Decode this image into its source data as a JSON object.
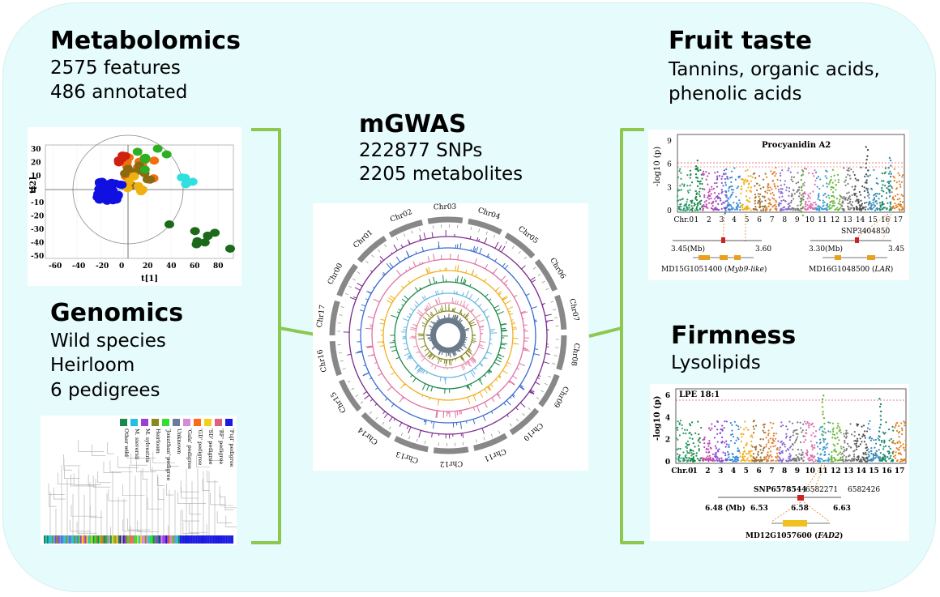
{
  "sections": {
    "metabolomics": {
      "title": "Metabolomics",
      "lines": [
        "2575 features",
        "486 annotated"
      ]
    },
    "genomics": {
      "title": "Genomics",
      "lines": [
        "Wild species",
        "Heirloom",
        "6 pedigrees"
      ]
    },
    "mgwas": {
      "title": "mGWAS",
      "lines": [
        "222877 SNPs",
        "2205 metabolites"
      ]
    },
    "fruit_taste": {
      "title": "Fruit taste",
      "lines": [
        "Tannins, organic acids,",
        "phenolic acids"
      ]
    },
    "firmness": {
      "title": "Firmness",
      "lines": [
        "Lysolipids"
      ]
    }
  },
  "colors": {
    "panel_bg": "#e6fbfc",
    "bracket": "#8cc850"
  },
  "pca": {
    "xlabel": "t[1]",
    "ylabel": "t[2]",
    "xticks": [
      "-60",
      "-40",
      "-20",
      "0",
      "20",
      "40",
      "60",
      "80"
    ],
    "yticks": [
      "30",
      "20",
      "10",
      "0",
      "-10",
      "-20",
      "-30",
      "-40",
      "-50"
    ]
  },
  "tree": {
    "legend": [
      "Other wild",
      "M. sieversii",
      "M. sylvestris",
      "Heirloom",
      "'Jonathan' pedigree",
      "Unknown",
      "'Gala' pedigree",
      "'GD' pedigree",
      "'SD' pedigree",
      "'RF' pedigree",
      "'Fuji' pedigree"
    ],
    "legend_colors": [
      "#1a8a4a",
      "#22bfe0",
      "#9b3fd0",
      "#8a8a1a",
      "#33dd33",
      "#6b7b9b",
      "#d88ad8",
      "#ff6a1a",
      "#f0d020",
      "#e06080",
      "#1a1ae0"
    ]
  },
  "circos": {
    "chromosomes": [
      "Chr00",
      "Chr01",
      "Chr02",
      "Chr03",
      "Chr04",
      "Chr05",
      "Chr06",
      "Chr07",
      "Chr08",
      "Chr09",
      "Chr10",
      "Chr11",
      "Chr12",
      "Chr13",
      "Chr14",
      "Chr15",
      "Chr16",
      "Chr17"
    ],
    "track_colors": [
      "#7a2a8a",
      "#3a6ad0",
      "#e070a0",
      "#f0b020",
      "#1a8a4a",
      "#6ab8e0",
      "#e890b0",
      "#8a8a2a"
    ]
  },
  "manhattan1": {
    "title": "Procyanidin A2",
    "ylabel": "-log10 (p)",
    "yticks": [
      "9",
      "6",
      "3",
      "0"
    ],
    "chrs": [
      "Chr.0",
      "1",
      "2",
      "3",
      "4",
      "5",
      "6",
      "7",
      "8",
      "9",
      "10",
      "11",
      "12",
      "13",
      "14",
      "15",
      "16",
      "17"
    ],
    "snp_label": "SNP3404850",
    "region1": {
      "start": "3.45(Mb)",
      "end": "3.60",
      "gene": "MD15G1051400",
      "gene_note": "Myb9-like"
    },
    "region2": {
      "start": "3.30(Mb)",
      "end": "3.45",
      "gene": "MD16G1048500",
      "gene_note": "LAR"
    }
  },
  "manhattan2": {
    "title": "LPE 18:1",
    "ylabel": "-log10 (p)",
    "yticks": [
      "6",
      "4",
      "2",
      "0"
    ],
    "chrs": [
      "Chr.0",
      "1",
      "2",
      "3",
      "4",
      "5",
      "6",
      "7",
      "8",
      "9",
      "10",
      "11",
      "12",
      "13",
      "14",
      "15",
      "16",
      "17"
    ],
    "snps": [
      "SNP6578544",
      "6582271",
      "6582426"
    ],
    "axis": [
      "6.48 (Mb)",
      "6.53",
      "6.58",
      "6.63"
    ],
    "gene": "MD12G1057600",
    "gene_note": "FAD2"
  },
  "chr_palette": [
    "#2a9a6a",
    "#1a8a4a",
    "#c04ab0",
    "#8a4ad0",
    "#3a8ad8",
    "#f0b020",
    "#a07030",
    "#e08030",
    "#8a6ad0",
    "#7a7a7a",
    "#e070b0",
    "#3a9ad0",
    "#6ab83a",
    "#7a7a7a",
    "#505050",
    "#3a8ab8",
    "#1a8a6a",
    "#e08020"
  ]
}
